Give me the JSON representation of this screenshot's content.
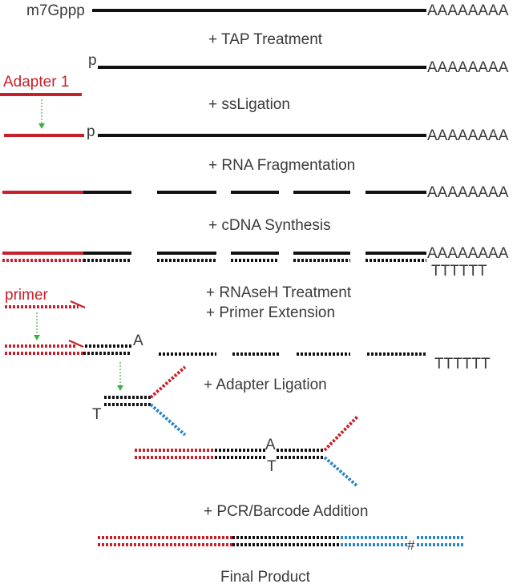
{
  "labels": {
    "cap": "m7Gppp",
    "polya": "AAAAAAAA",
    "polyt": "TTTTTT",
    "phosphate": "p",
    "adapter1": "Adapter 1",
    "primer": "primer",
    "a_overhang": "A",
    "t_overhang": "T",
    "barcode_mark": "#",
    "final": "Final Product"
  },
  "steps": [
    "+ TAP Treatment",
    "+ ssLigation",
    "+ RNA Fragmentation",
    "+ cDNA Synthesis",
    "+ RNAseH Treatment",
    "+ Primer Extension",
    "+ Adapter Ligation",
    "+ PCR/Barcode Addition"
  ],
  "colors": {
    "rna": "#111111",
    "adapter_red": "#c8202a",
    "adapter_blue": "#2a86c8",
    "arrow_green": "#3fae49",
    "text": "#3a3a3a"
  }
}
